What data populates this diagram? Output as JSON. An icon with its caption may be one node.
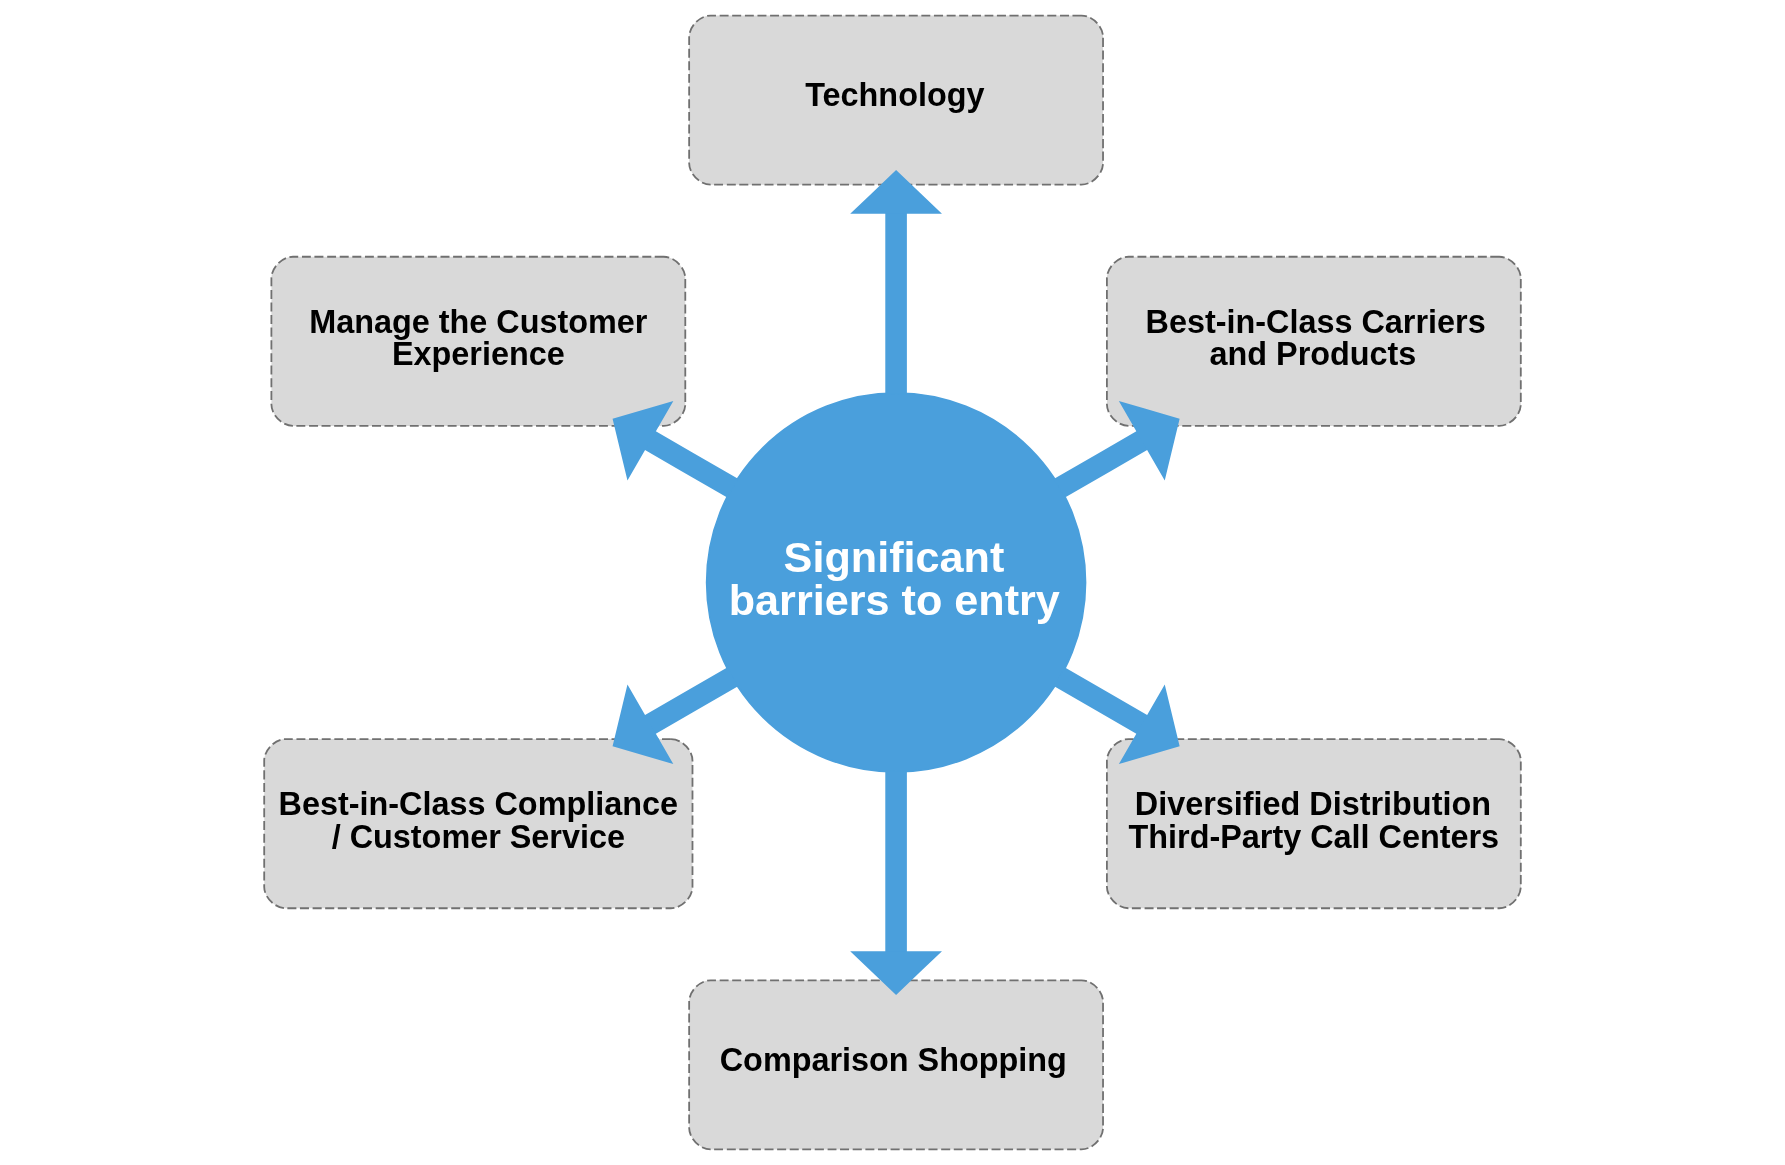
{
  "diagram": {
    "nodes": [
      {
        "text": [
          "Technology"
        ]
      },
      {
        "text": [
          "Manage the Customer Experience"
        ]
      },
      {
        "text": [
          "Best-in-Class Carriers and Products"
        ]
      },
      {
        "text": [
          "Significant barriers to entry"
        ]
      },
      {
        "text": [
          "Best-in-Class Compliance / Customer Service"
        ]
      },
      {
        "text": [
          "Diversified Distribution Third-Party Call Centers"
        ]
      },
      {
        "text": [
          "Comparison Shopping"
        ]
      }
    ],
    "edges": [
      {
        "from": 3,
        "to": 0,
        "arrow": "to"
      },
      {
        "from": 3,
        "to": 2,
        "arrow": "to"
      },
      {
        "from": 3,
        "to": 5,
        "arrow": "to"
      },
      {
        "from": 3,
        "to": 6,
        "arrow": "to"
      },
      {
        "from": 3,
        "to": 4,
        "arrow": "to"
      },
      {
        "from": 3,
        "to": 1,
        "arrow": "to"
      }
    ]
  }
}
